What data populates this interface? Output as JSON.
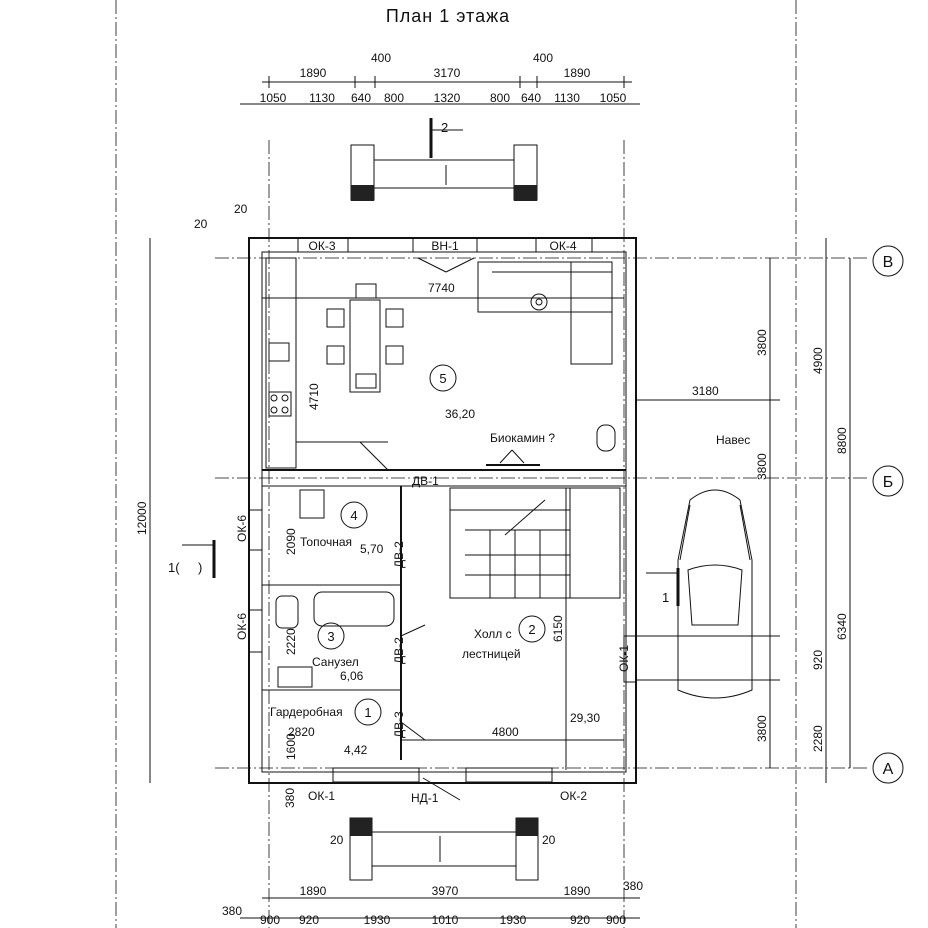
{
  "title": "План 1 этажа",
  "top_dims_row1": [
    "1890",
    "400",
    "3170",
    "400",
    "1890"
  ],
  "top_dims_row2": [
    "1050",
    "1130",
    "640",
    "800",
    "1320",
    "800",
    "640",
    "1130",
    "1050"
  ],
  "bottom_dims_row1": [
    "1890",
    "3970",
    "1890",
    "380"
  ],
  "bottom_dims_row2": [
    "900",
    "920",
    "1930",
    "1010",
    "1930",
    "920",
    "900"
  ],
  "left_dims": {
    "overall": "12000",
    "d20_top": "20",
    "d20_left": "20",
    "d380_bottom": "380",
    "d380_foot": "380"
  },
  "right_dims": [
    "3800",
    "4900",
    "8800",
    "3800",
    "6340",
    "920",
    "2280",
    "3800",
    "3180"
  ],
  "axes": [
    "В",
    "Б",
    "А"
  ],
  "section_marks": {
    "top": "2",
    "left": "1(",
    "left_close": ")",
    "right": "1"
  },
  "openings": {
    "ok3": "ОК-3",
    "vn1": "ВН-1",
    "ok4": "ОК-4",
    "dv1": "ДВ-1",
    "ok6a": "ОК-6",
    "ok6b": "ОК-6",
    "dv2a": "ДВ-2",
    "dv2b": "ДВ-2",
    "dv3": "ДВ-3",
    "ok1_bottom": "ОК-1",
    "nd1": "НД-1",
    "ok2": "ОК-2",
    "ok1_right": "ОК-1",
    "d20a": "20",
    "d20b": "20"
  },
  "rooms": [
    {
      "number": "5",
      "area": "36,20",
      "width": "7740",
      "depth": "4710"
    },
    {
      "number": "4",
      "name": "Топочная",
      "area": "5,70",
      "depth": "2090"
    },
    {
      "number": "3",
      "name": "Санузел",
      "area": "6,06",
      "depth": "2220"
    },
    {
      "number": "2",
      "name_line1": "Холл с",
      "name_line2": "лестницей",
      "area": "29,30",
      "width": "4800",
      "depth": "6150"
    },
    {
      "number": "1",
      "name": "Гардеробная",
      "area": "4,42",
      "width": "2820",
      "depth": "1600"
    }
  ],
  "labels": {
    "biokamin": "Биокамин ?",
    "naves": "Навес"
  }
}
